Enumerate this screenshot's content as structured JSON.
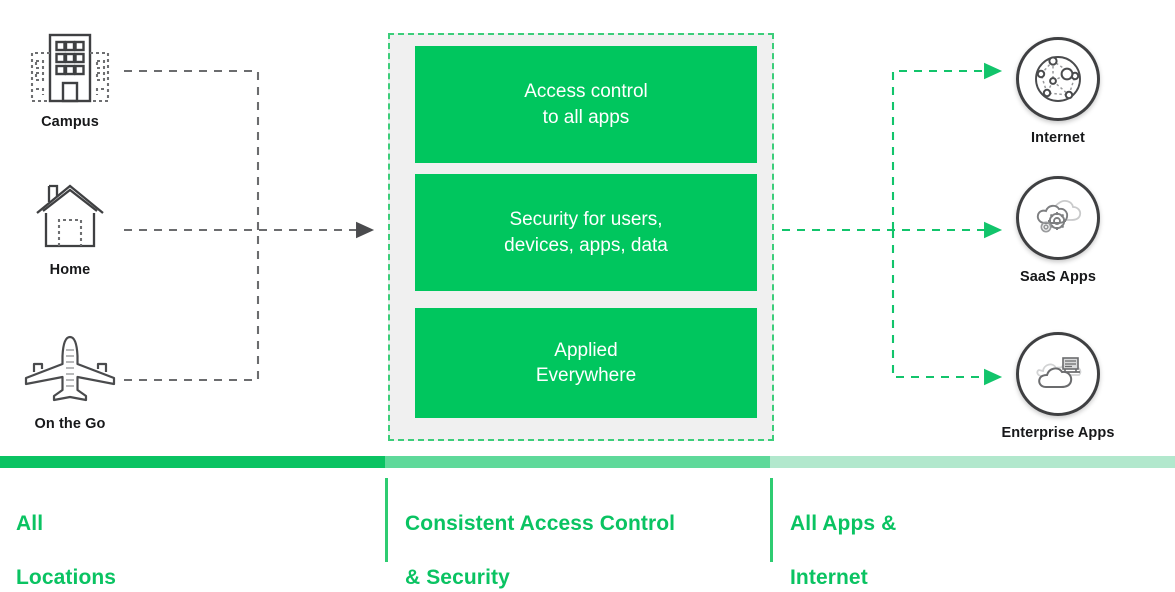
{
  "colors": {
    "brand_green": "#00c65e",
    "legend_green_dark": "#0ac362",
    "legend_bar_left": "#0ac362",
    "legend_bar_mid": "#5fd99a",
    "legend_bar_right": "#b2e8cd",
    "dashed_green": "#3cce7a",
    "dashed_gray": "#6b6c6e",
    "card_bg": "#00c65e",
    "container_bg": "#f0f0f0",
    "icon_stroke": "#3f4042",
    "caption_text": "#17181a"
  },
  "locations": [
    {
      "id": "campus",
      "label": "Campus",
      "icon": "office-building-icon"
    },
    {
      "id": "home",
      "label": "Home",
      "icon": "house-icon"
    },
    {
      "id": "on-the-go",
      "label": "On the Go",
      "icon": "airplane-icon"
    }
  ],
  "center": {
    "cards": [
      {
        "id": "access-control",
        "line1": "Access control",
        "line2": "to all apps"
      },
      {
        "id": "security",
        "line1": "Security for users,",
        "line2": "devices, apps, data"
      },
      {
        "id": "applied",
        "line1": "Applied",
        "line2": "Everywhere"
      }
    ]
  },
  "destinations": [
    {
      "id": "internet",
      "label": "Internet",
      "icon": "network-globe-icon"
    },
    {
      "id": "saas-apps",
      "label": "SaaS Apps",
      "icon": "cloud-gears-icon"
    },
    {
      "id": "enterprise-apps",
      "label": "Enterprise Apps",
      "icon": "cloud-server-icon"
    }
  ],
  "legend": [
    {
      "id": "all-locations",
      "line1": "All",
      "line2": "Locations",
      "bar": "#0ac362"
    },
    {
      "id": "consistent",
      "line1": "Consistent Access Control",
      "line2": "& Security",
      "bar": "#5fd99a"
    },
    {
      "id": "all-apps",
      "line1": "All Apps &",
      "line2": "Internet",
      "bar": "#b2e8cd"
    }
  ]
}
